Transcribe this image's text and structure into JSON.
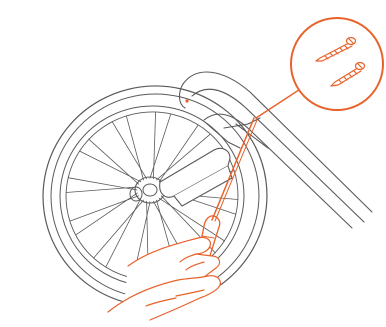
{
  "figure": {
    "kind": "assembly-instruction-illustration",
    "colors": {
      "line": "#5a5a5a",
      "accent": "#e8622a",
      "background": "#ffffff"
    },
    "parts": {
      "wheel": "spoked-wheel",
      "frame": "curved-frame-tube",
      "tool": "screwdriver",
      "hands": "two-hands",
      "callout": "screw-callout",
      "fasteners": [
        "wood-screw",
        "wood-screw"
      ]
    }
  }
}
